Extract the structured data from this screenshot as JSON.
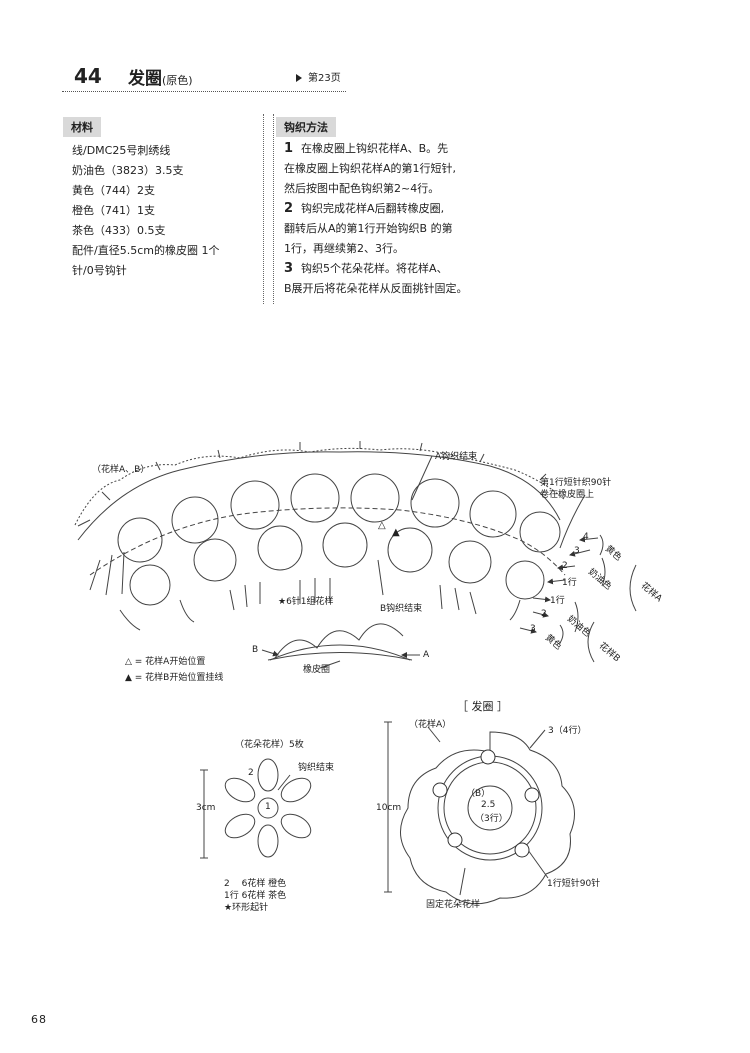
{
  "header": {
    "number": "44",
    "title": "发圈",
    "subtitle": "(原色)",
    "page_ref": "第23页"
  },
  "materials": {
    "heading": "材料",
    "lines": [
      "线/DMC25号刺绣线",
      "奶油色（3823）3.5支",
      "黄色（744）2支",
      "橙色（741）1支",
      "茶色（433）0.5支",
      "配件/直径5.5cm的橡皮圈 1个",
      "针/0号钩针"
    ]
  },
  "method": {
    "heading": "钩织方法",
    "steps": [
      {
        "n": "1",
        "lines": [
          "在橡皮圈上钩织花样A、B。先",
          "在橡皮圈上钩织花样A的第1行短针,",
          "然后按图中配色钩织第2~4行。"
        ]
      },
      {
        "n": "2",
        "lines": [
          "钩织完成花样A后翻转橡皮圈,",
          "翻转后从A的第1行开始钩织B 的第",
          "1行，再继续第2、3行。"
        ]
      },
      {
        "n": "3",
        "lines": [
          "钩织5个花朵花样。将花样A、",
          "B展开后将花朵花样从反面挑针固定。"
        ]
      }
    ]
  },
  "diagram_a": {
    "label": "（花样A、B）",
    "a_end": "A钩织结束",
    "row1_note1": "第1行短针织90针",
    "row1_note2": "卷在橡皮圈上",
    "b_end": "B钩织结束",
    "star_note": "★6针1组花样",
    "rows_a": [
      "4",
      "3",
      "2",
      "1行"
    ],
    "rows_b": [
      "1行",
      "2",
      "3"
    ],
    "color_yellow": "黄色",
    "color_cream": "奶油色",
    "color_cream2": "奶油色",
    "color_yellow2": "黄色",
    "pattern_a": "花样A",
    "pattern_b": "花样B",
    "legend1": "△ = 花样A开始位置",
    "legend2": "▲ = 花样B开始位置挂线",
    "band_b": "B",
    "band_a": "A",
    "band_label": "橡皮圈"
  },
  "flower": {
    "title": "（花朵花样）5枚",
    "end": "钩织结束",
    "size": "3cm",
    "row2_n": "2",
    "row1_n": "1",
    "note1": "2　 6花样 橙色",
    "note2": "1行  6花样 茶色",
    "note3": "★环形起针"
  },
  "hair_tie": {
    "title": "［ 发圈 ］",
    "pattern_a": "（花样A）",
    "rows": "3（4行）",
    "b": "（B）",
    "b_size1": "2.5",
    "b_size2": "（3行）",
    "size": "10cm",
    "row1": "1行短针90针",
    "fix": "固定花朵花样"
  },
  "page_number": "68"
}
